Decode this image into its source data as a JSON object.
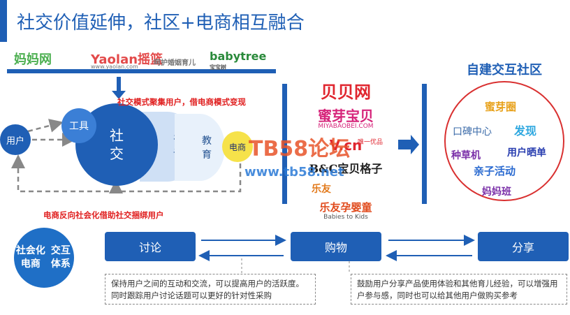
{
  "title": "社交价值延伸，社区+电商相互融合",
  "logos": {
    "mama": "妈妈网",
    "yaolan": "Yaolan摇篮",
    "yaolan_sub": "www.yaolan.com",
    "yaolan_script": "呵护婚姻育儿",
    "babytree": "babytree",
    "babytree_sub": "宝宝树"
  },
  "flow": {
    "user": "用户",
    "tool": "工具",
    "social_1": "社",
    "social_2": "交",
    "consult_1": "咨",
    "consult_2": "询",
    "edu_1": "教",
    "edu_2": "育",
    "ecom": "电商",
    "note_top": "社交模式聚集用户，借电商模式变现",
    "note_bottom": "电商反向社会化借助社交捆绑用户"
  },
  "brands": {
    "beibei": "贝贝网",
    "miya": "蜜芽宝贝",
    "miya_sub": "MIYABAOBEI.COM",
    "vcn": "V.cn",
    "vcn_sub": "唯一优品",
    "bc": "B&C宝贝格子",
    "leyou": "乐友",
    "leyou_name": "乐友孕婴童",
    "leyou_sub": "Babies to Kids"
  },
  "own_community": {
    "title": "自建交互社区",
    "items": [
      "蜜芽圈",
      "口碑中心",
      "发现",
      "种草机",
      "用户晒单",
      "亲子活动",
      "妈妈班"
    ]
  },
  "bottom": {
    "circle_1": "社会化电商",
    "circle_2": "交互体系",
    "discuss": "讨论",
    "shop": "购物",
    "share": "分享",
    "desc_left": "保持用户之间的互动和交流，可以提高用户的活跃度。同时跟踪用户讨论话题可以更好的针对性采购",
    "desc_right": "鼓励用户分享产品使用体验和其他育儿经验，可以增强用户参与感，同时也可以给其他用户做购买参考"
  },
  "watermark": {
    "line1": "TB58论坛",
    "line2": "www.tb58.net"
  },
  "colors": {
    "primary": "#1f5fb5",
    "accent_red": "#e02020",
    "highlight_yellow": "#f6e24a"
  }
}
